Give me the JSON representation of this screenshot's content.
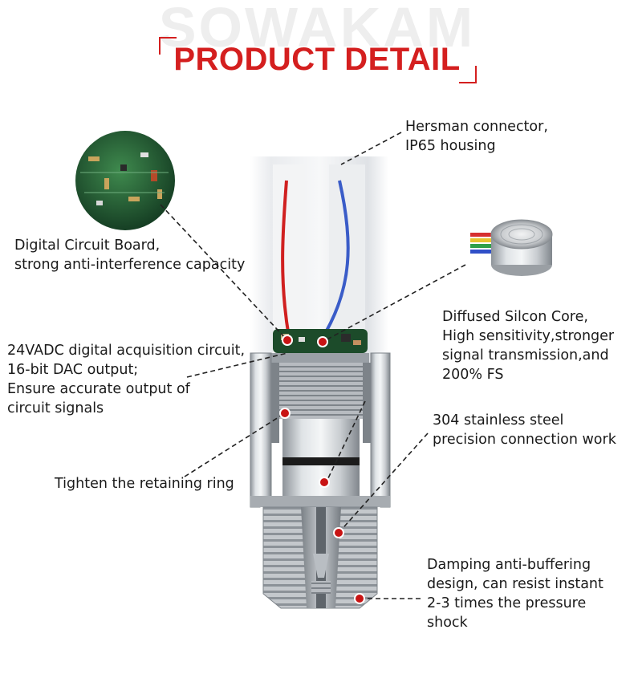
{
  "header": {
    "watermark": "SOWAKAM",
    "title": "PRODUCT DETAIL"
  },
  "callouts": [
    {
      "id": "connector",
      "lines": [
        "Hersman connector,",
        "IP65 housing"
      ]
    },
    {
      "id": "circuit_board",
      "lines": [
        "Digital Circuit Board,",
        "strong anti-interference capacity"
      ]
    },
    {
      "id": "silicon_core",
      "lines": [
        "Diffused Silcon Core,",
        "High sensitivity,stronger",
        "signal transmission,and",
        "200% FS"
      ]
    },
    {
      "id": "dac",
      "lines": [
        "24VADC digital acquisition circuit,",
        "16-bit DAC output;",
        "Ensure accurate output of",
        "circuit signals"
      ]
    },
    {
      "id": "steel",
      "lines": [
        "304 stainless steel",
        "precision connection work"
      ]
    },
    {
      "id": "ring",
      "lines": [
        "Tighten the retaining ring"
      ]
    },
    {
      "id": "damping",
      "lines": [
        "Damping anti-buffering",
        "design, can resist instant",
        "2-3 times the pressure",
        "shock"
      ]
    }
  ],
  "colors": {
    "accent": "#d41f1f",
    "marker": "#c81414",
    "steel": "#b9bec3",
    "pcb": "#1f5a32"
  }
}
